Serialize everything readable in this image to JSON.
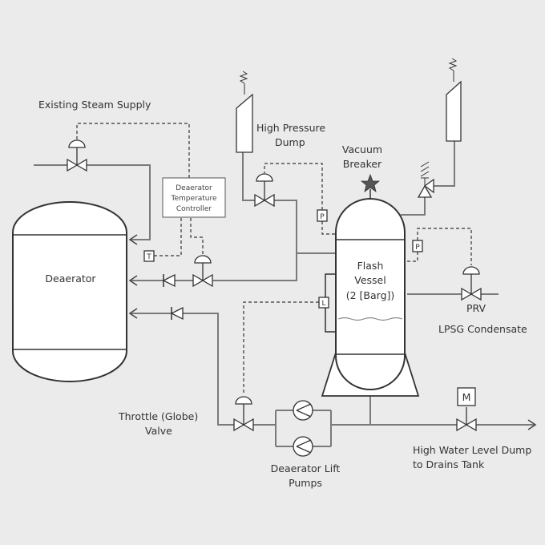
{
  "labels": {
    "existing_steam_supply": "Existing Steam Supply",
    "high_pressure_dump_1": "High Pressure",
    "high_pressure_dump_2": "Dump",
    "vacuum_breaker_1": "Vacuum",
    "vacuum_breaker_2": "Breaker",
    "controller_1": "Deaerator",
    "controller_2": "Temperature",
    "controller_3": "Controller",
    "deaerator": "Deaerator",
    "flash_1": "Flash",
    "flash_2": "Vessel",
    "flash_3": "(2 [Barg])",
    "prv": "PRV",
    "lpsg_condensate": "LPSG Condensate",
    "throttle_1": "Throttle (Globe)",
    "throttle_2": "Valve",
    "lift_pumps_1": "Deaerator Lift",
    "lift_pumps_2": "Pumps",
    "high_water_1": "High Water Level Dump",
    "high_water_2": "to Drains Tank"
  },
  "instrument_tags": {
    "temperature": "T",
    "pressure_dump": "P",
    "pressure_prv": "P",
    "level": "L",
    "motor": "M"
  },
  "colors": {
    "background": "#ebebeb",
    "pipe": "#7a7a7a",
    "outline": "#333333",
    "fill": "#ffffff",
    "text": "#333333"
  }
}
